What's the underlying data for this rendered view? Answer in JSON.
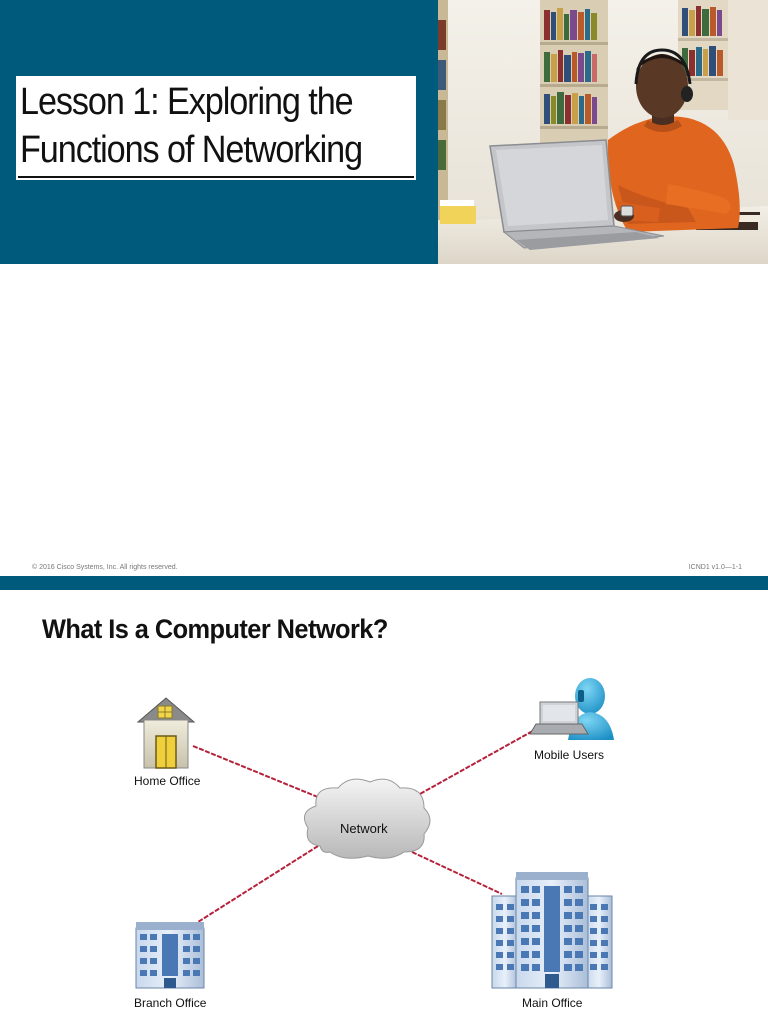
{
  "slide1": {
    "title_line1": "Lesson 1: Exploring the",
    "title_line2": "Functions of Networking",
    "footer": {
      "copyright": "© 2016 Cisco Systems, Inc. All rights reserved.",
      "course_code": "ICND1 v1.0—1-1"
    },
    "photo": {
      "description_icon": "student-laptop-photo"
    }
  },
  "slide2": {
    "title": "What Is a Computer Network?",
    "diagram": {
      "center": "Network",
      "nodes": {
        "home_office": "Home Office",
        "mobile_users": "Mobile Users",
        "branch_office": "Branch Office",
        "main_office": "Main Office"
      },
      "link_color": "#b5213a"
    }
  },
  "colors": {
    "brand_teal": "#005a7c",
    "footer_text": "#777777"
  }
}
